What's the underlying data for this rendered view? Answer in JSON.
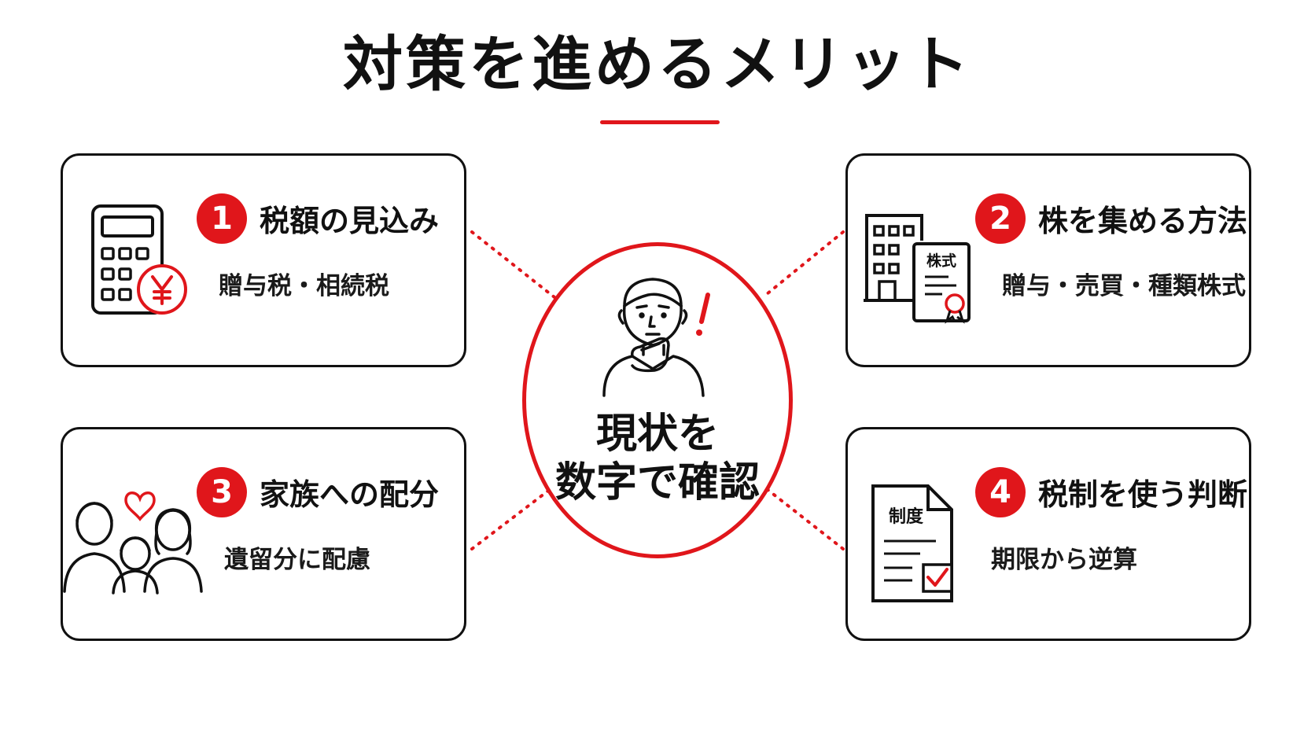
{
  "title": "対策を進めるメリット",
  "colors": {
    "accent": "#e0161b",
    "ink": "#111111"
  },
  "center": {
    "line1": "現状を",
    "line2": "数字で確認",
    "icon": "thinking-person-icon"
  },
  "cards": [
    {
      "number": "1",
      "title": "税額の見込み",
      "subtitle": "贈与税・相続税",
      "icon": "calculator-yen-icon"
    },
    {
      "number": "2",
      "title": "株を集める方法",
      "subtitle": "贈与・売買・種類株式",
      "icon": "building-stock-certificate-icon",
      "icon_label": "株式"
    },
    {
      "number": "3",
      "title": "家族への配分",
      "subtitle": "遺留分に配慮",
      "icon": "family-heart-icon"
    },
    {
      "number": "4",
      "title": "税制を使う判断",
      "subtitle": "期限から逆算",
      "icon": "system-document-check-icon",
      "icon_label": "制度"
    }
  ]
}
